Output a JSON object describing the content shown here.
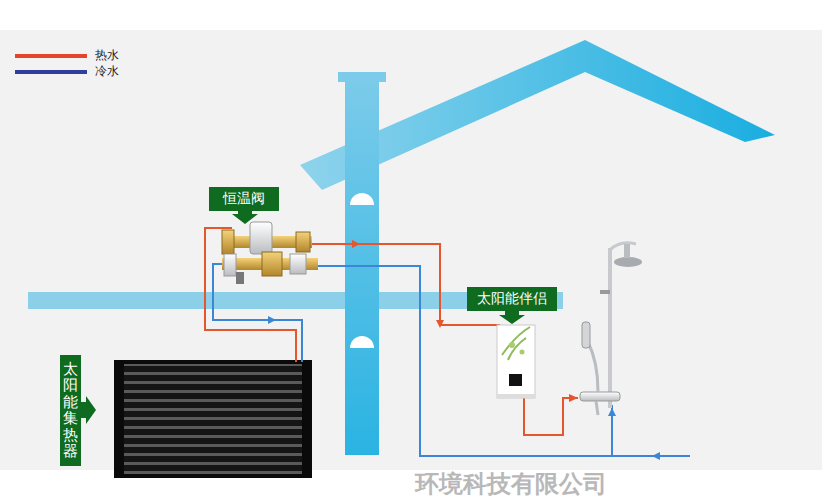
{
  "diagram": {
    "nodes": [
      {
        "text": [
          "恒温阀"
        ]
      },
      {
        "text": [
          "太阳能伴侣"
        ]
      },
      {
        "text": [
          "太阳能集热器"
        ]
      }
    ],
    "labels": [
      "环境科技有限公司"
    ],
    "legend": [
      {
        "text": "热水",
        "color": "#e5432b"
      },
      {
        "text": "冷水",
        "color": "#2e3f9c"
      }
    ]
  }
}
